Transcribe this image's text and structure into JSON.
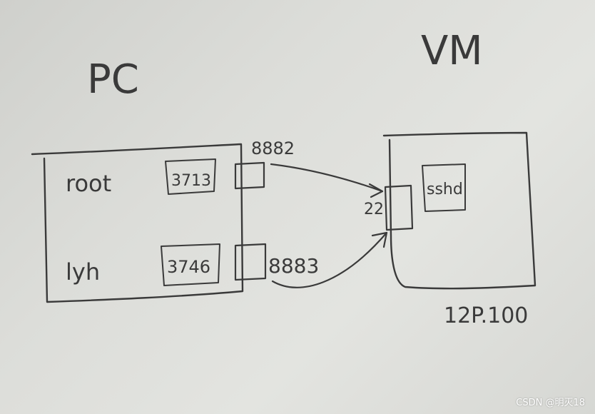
{
  "pc": {
    "title": "PC",
    "users": [
      {
        "name": "root",
        "port": "3713"
      },
      {
        "name": "lyh",
        "port": "3746"
      }
    ]
  },
  "vm": {
    "title": "VM",
    "service": "sshd",
    "ip": "12P.100",
    "port": "22"
  },
  "tunnels": [
    {
      "local_port": "8882"
    },
    {
      "local_port": "8883"
    }
  ],
  "watermark": "CSDN @明灭18",
  "colors": {
    "ink": "#3a3a3a",
    "paper": "#dcddd9"
  }
}
